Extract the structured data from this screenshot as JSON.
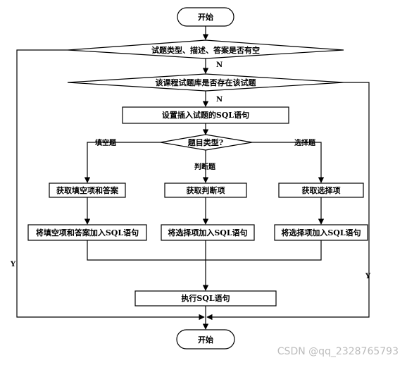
{
  "diagram": {
    "nodes": {
      "start": "开始",
      "check_empty": "试题类型、描述、答案是否有空",
      "check_exists": "该课程试题库是否存在该试题",
      "set_insert": "设置插入试题的SQL语句",
      "question_type": "题目类型?",
      "fill_get": "获取填空项和答案",
      "judge_get": "获取判断项",
      "choice_get": "获取选择项",
      "fill_add": "将填空项和答案加入SQL语句",
      "judge_add": "将选择项加入SQL语句",
      "choice_add": "将选择项加入SQL语句",
      "execute": "执行SQL语句",
      "end": "开始"
    },
    "edge_labels": {
      "n1": "N",
      "n2": "N",
      "fill_branch": "填空题",
      "judge_branch": "判断题",
      "choice_branch": "选择题",
      "y_left": "Y",
      "y_right": "Y"
    }
  },
  "watermark": "CSDN @qq_2328765793"
}
